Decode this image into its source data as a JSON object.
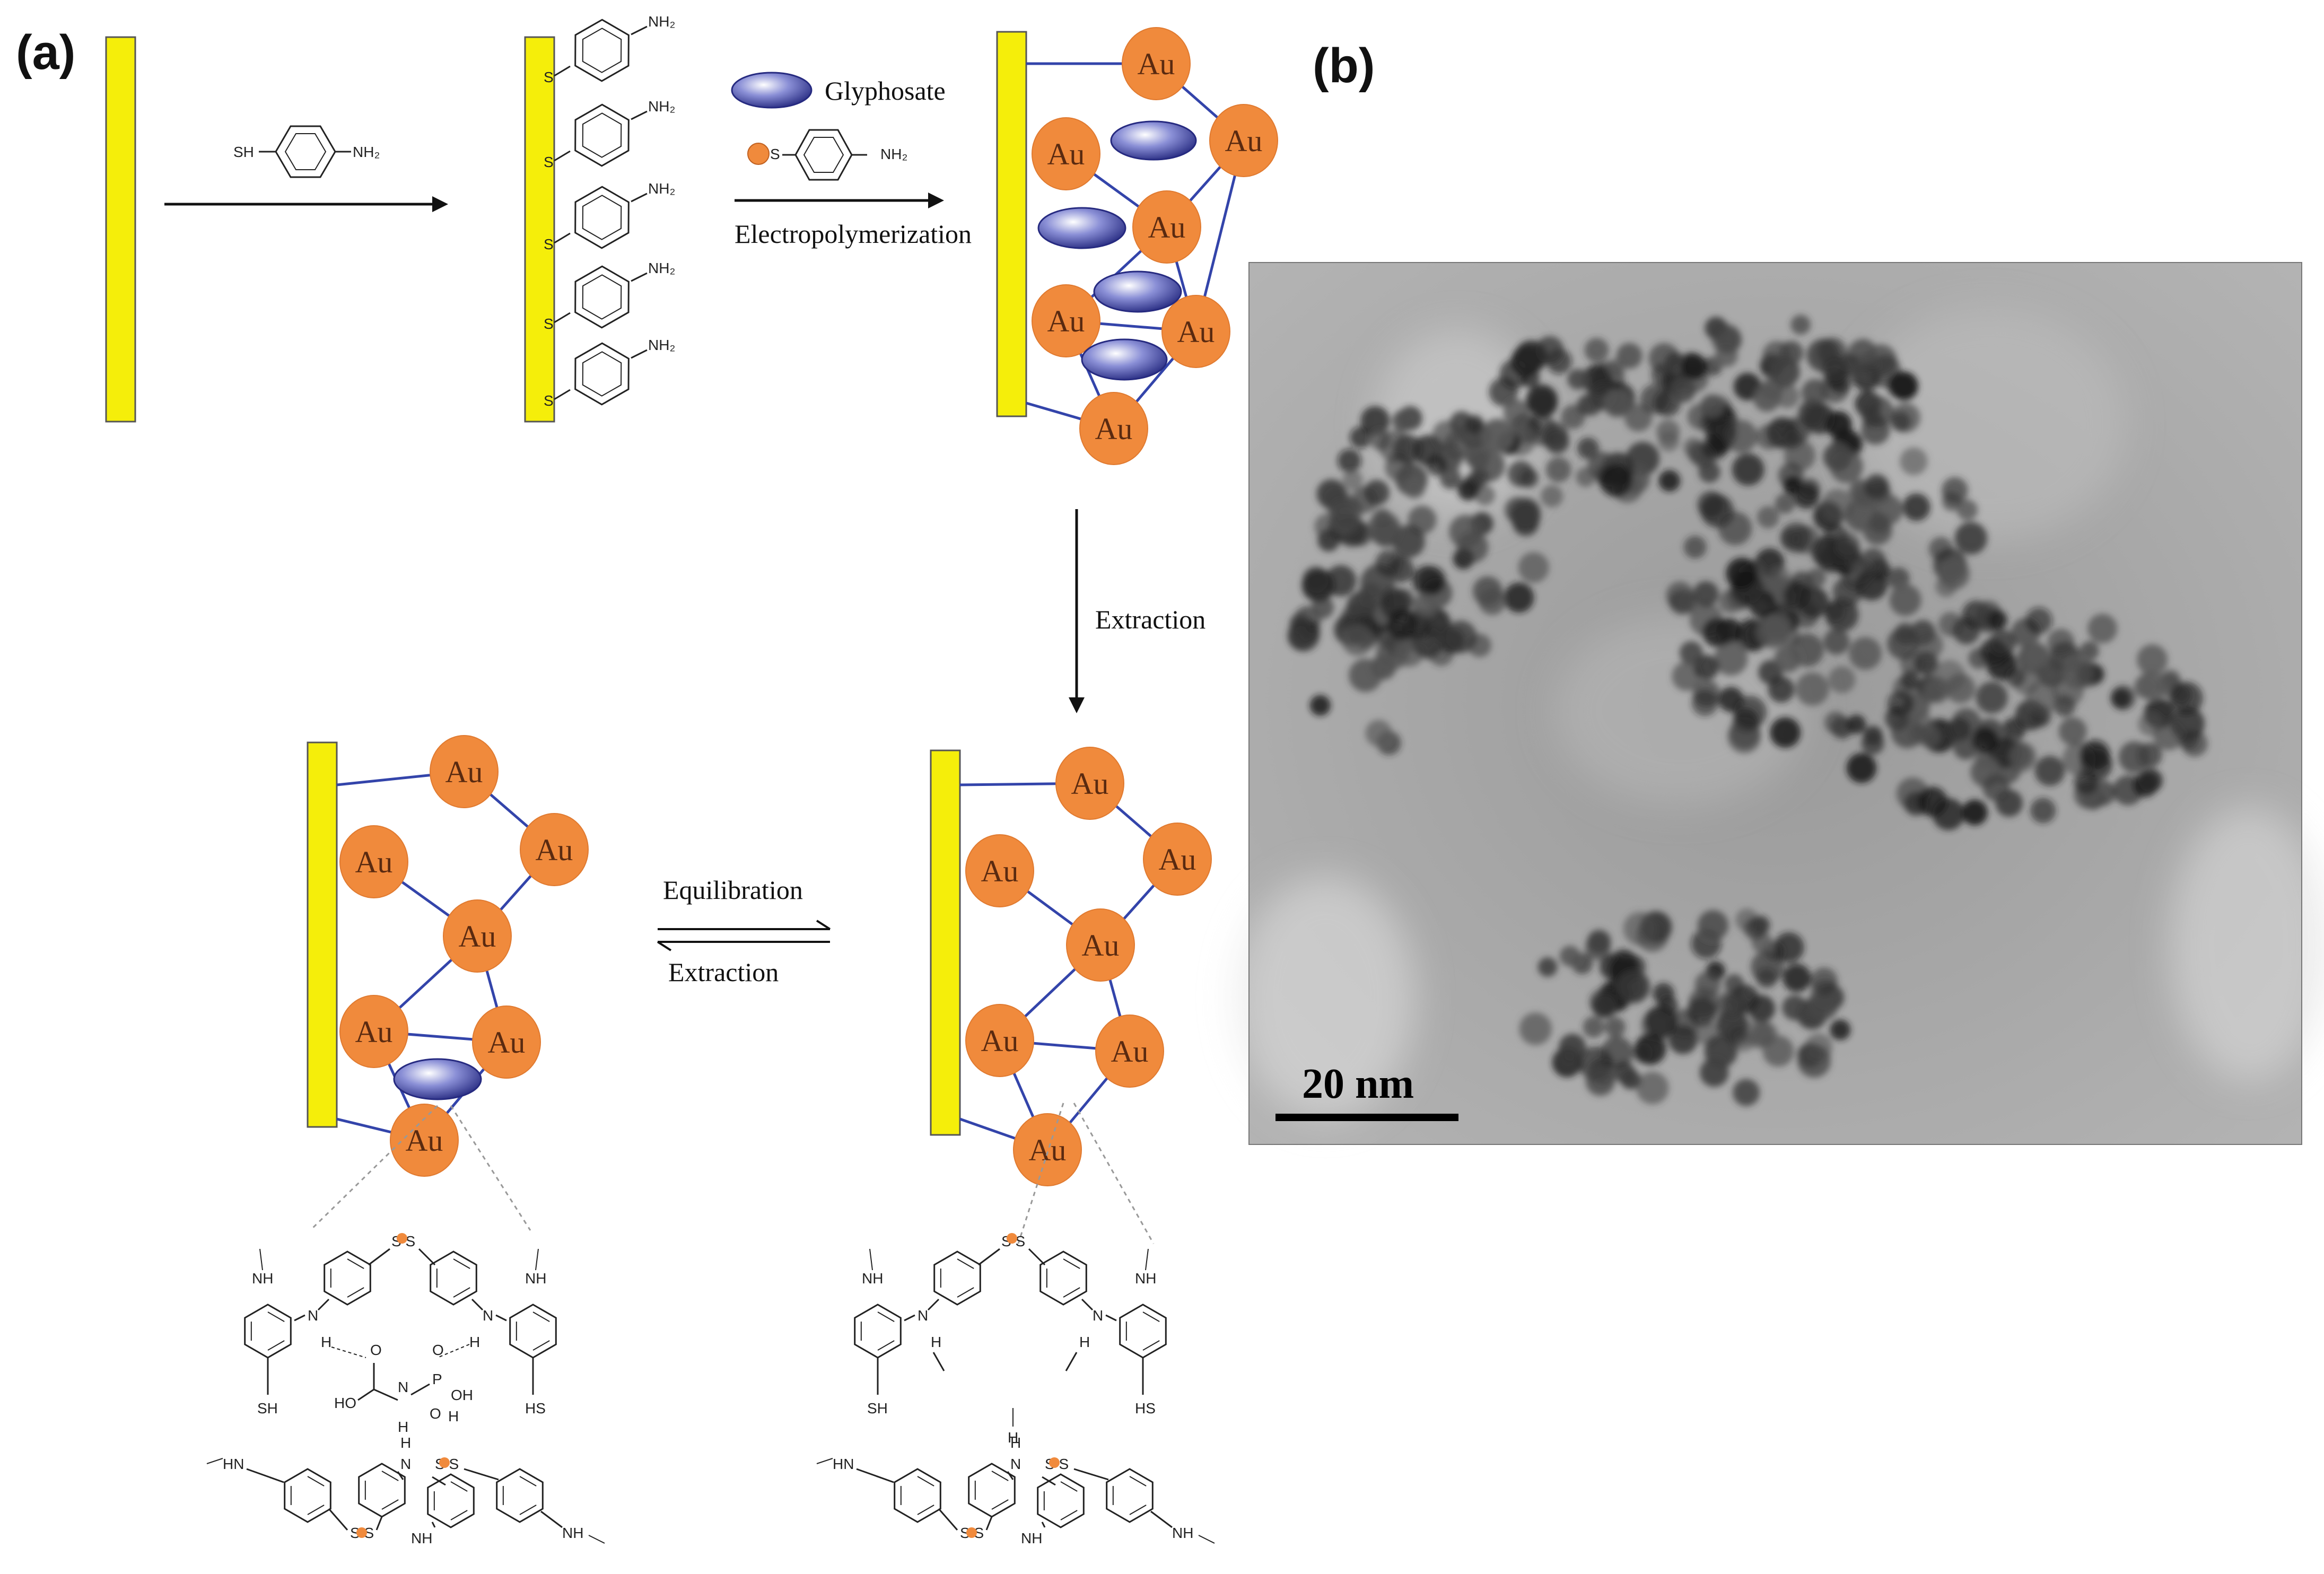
{
  "panels": {
    "a": "(a)",
    "b": "(b)"
  },
  "reagents": {
    "thiol": "SH",
    "amine": "NH₂",
    "s": "S",
    "glyphosate": "Glyphosate"
  },
  "steps": {
    "electropolymerization": "Electropolymerization",
    "extraction_down": "Extraction",
    "equilibration": "Equilibration",
    "extraction_back": "Extraction"
  },
  "nanoparticle_label": "Au",
  "chemistry": {
    "nh": "NH",
    "n": "N",
    "h": "H",
    "sh": "SH",
    "hs": "HS",
    "ho": "HO",
    "o": "O",
    "p": "P",
    "oh": "OH",
    "hn": "HN",
    "ss": "S S"
  },
  "tem": {
    "scale_bar_label": "20 nm"
  },
  "colors": {
    "electrode": "#f5ee0a",
    "gold": "#f08a3c",
    "glyphosate": "#3b3f9e",
    "linker": "#3344aa"
  }
}
